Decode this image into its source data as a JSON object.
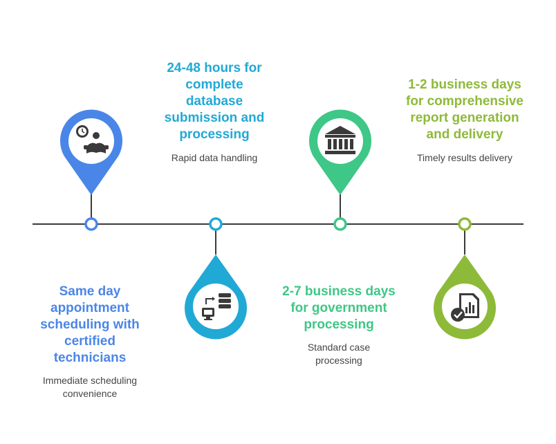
{
  "colors": {
    "line": "#3a3a3a",
    "blue": "#4a86e8",
    "cyan": "#21a9d6",
    "green": "#3ec786",
    "olive": "#8eba3a"
  },
  "milestones": [
    {
      "title": "Same day\nappointment\nscheduling with\ncertified\ntechnicians",
      "subtitle": "Immediate scheduling\nconvenience",
      "icon": "technician-icon",
      "color": "#4a86e8"
    },
    {
      "title": "24-48 hours for\ncomplete\ndatabase\nsubmission and\nprocessing",
      "subtitle": "Rapid data handling",
      "icon": "database-transfer-icon",
      "color": "#21a9d6"
    },
    {
      "title": "2-7 business days\nfor government\nprocessing",
      "subtitle": "Standard case\nprocessing",
      "icon": "government-building-icon",
      "color": "#3ec786"
    },
    {
      "title": "1-2 business days\nfor comprehensive\nreport generation\nand delivery",
      "subtitle": "Timely results delivery",
      "icon": "report-check-icon",
      "color": "#8eba3a"
    }
  ]
}
